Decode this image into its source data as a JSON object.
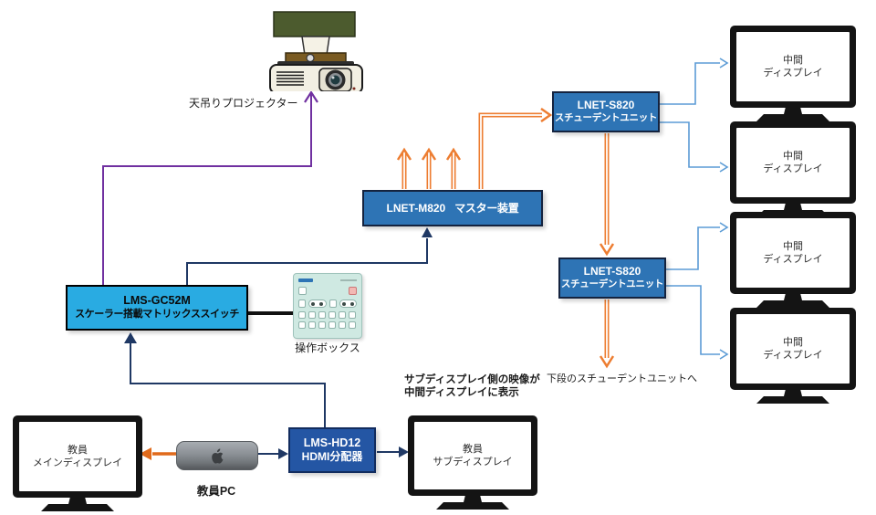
{
  "diagram": {
    "labels": {
      "projector": "天吊りプロジェクター",
      "control_box": "操作ボックス",
      "teacher_pc": "教員PC",
      "to_lower_unit": "下段のスチューデントユニットへ",
      "note_line1": "サブディスプレイ側の映像が",
      "note_line2": "中間ディスプレイに表示"
    },
    "devices": {
      "master_unit": {
        "model": "LNET-M820",
        "name": "マスター装置"
      },
      "student_unit_1": {
        "model": "LNET-S820",
        "name": "スチューデントユニット"
      },
      "student_unit_2": {
        "model": "LNET-S820",
        "name": "スチューデントユニット"
      },
      "matrix_switch": {
        "model": "LMS-GC52M",
        "name": "スケーラー搭載マトリックススイッチ"
      },
      "hdmi_splitter": {
        "model": "LMS-HD12",
        "name": "HDMI分配器"
      }
    },
    "displays": {
      "intermediate": [
        {
          "line1": "中間",
          "line2": "ディスプレイ"
        },
        {
          "line1": "中間",
          "line2": "ディスプレイ"
        },
        {
          "line1": "中間",
          "line2": "ディスプレイ"
        },
        {
          "line1": "中間",
          "line2": "ディスプレイ"
        }
      ],
      "teacher_main": {
        "line1": "教員",
        "line2": "メインディスプレイ"
      },
      "teacher_sub": {
        "line1": "教員",
        "line2": "サブディスプレイ"
      }
    },
    "colors": {
      "unit_blue": "#2E74B5",
      "switch_cyan": "#29ABE2",
      "splitter_blue": "#2456A4",
      "orange": "#ED7D31",
      "navy": "#1F3864",
      "purple": "#7030A0",
      "light_blue": "#5B9BD5"
    }
  }
}
